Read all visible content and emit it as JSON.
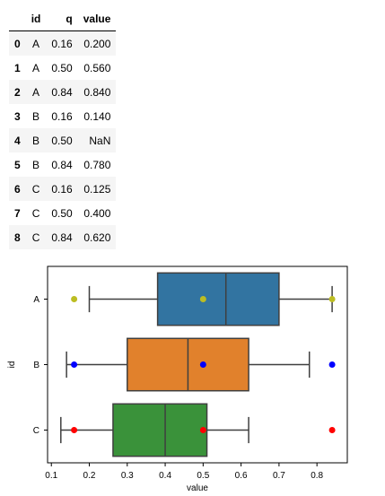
{
  "table": {
    "columns": [
      "",
      "id",
      "q",
      "value"
    ],
    "rows": [
      {
        "index": "0",
        "id": "A",
        "q": "0.16",
        "value": "0.200"
      },
      {
        "index": "1",
        "id": "A",
        "q": "0.50",
        "value": "0.560"
      },
      {
        "index": "2",
        "id": "A",
        "q": "0.84",
        "value": "0.840"
      },
      {
        "index": "3",
        "id": "B",
        "q": "0.16",
        "value": "0.140"
      },
      {
        "index": "4",
        "id": "B",
        "q": "0.50",
        "value": "NaN"
      },
      {
        "index": "5",
        "id": "B",
        "q": "0.84",
        "value": "0.780"
      },
      {
        "index": "6",
        "id": "C",
        "q": "0.16",
        "value": "0.125"
      },
      {
        "index": "7",
        "id": "C",
        "q": "0.50",
        "value": "0.400"
      },
      {
        "index": "8",
        "id": "C",
        "q": "0.84",
        "value": "0.620"
      }
    ]
  },
  "chart_data": {
    "type": "box",
    "orientation": "horizontal",
    "xlabel": "value",
    "ylabel": "id",
    "xlim": [
      0.09,
      0.88
    ],
    "xticks": [
      "0.1",
      "0.2",
      "0.3",
      "0.4",
      "0.5",
      "0.6",
      "0.7",
      "0.8"
    ],
    "categories": [
      "A",
      "B",
      "C"
    ],
    "boxes": [
      {
        "category": "A",
        "whisker_low": 0.2,
        "q1": 0.38,
        "median": 0.56,
        "q3": 0.7,
        "whisker_high": 0.84,
        "color": "#3274a1"
      },
      {
        "category": "B",
        "whisker_low": 0.14,
        "q1": 0.3,
        "median": 0.46,
        "q3": 0.62,
        "whisker_high": 0.78,
        "color": "#e1812c"
      },
      {
        "category": "C",
        "whisker_low": 0.125,
        "q1": 0.2625,
        "median": 0.4,
        "q3": 0.51,
        "whisker_high": 0.62,
        "color": "#3a923a"
      }
    ],
    "points": [
      {
        "category": "A",
        "values": [
          0.16,
          0.5,
          0.84
        ],
        "color": "#bcbd22"
      },
      {
        "category": "B",
        "values": [
          0.16,
          0.5,
          0.84
        ],
        "color": "#0000ff"
      },
      {
        "category": "C",
        "values": [
          0.16,
          0.5,
          0.84
        ],
        "color": "#ff0000"
      }
    ],
    "line_color": "#3f3f3f"
  }
}
